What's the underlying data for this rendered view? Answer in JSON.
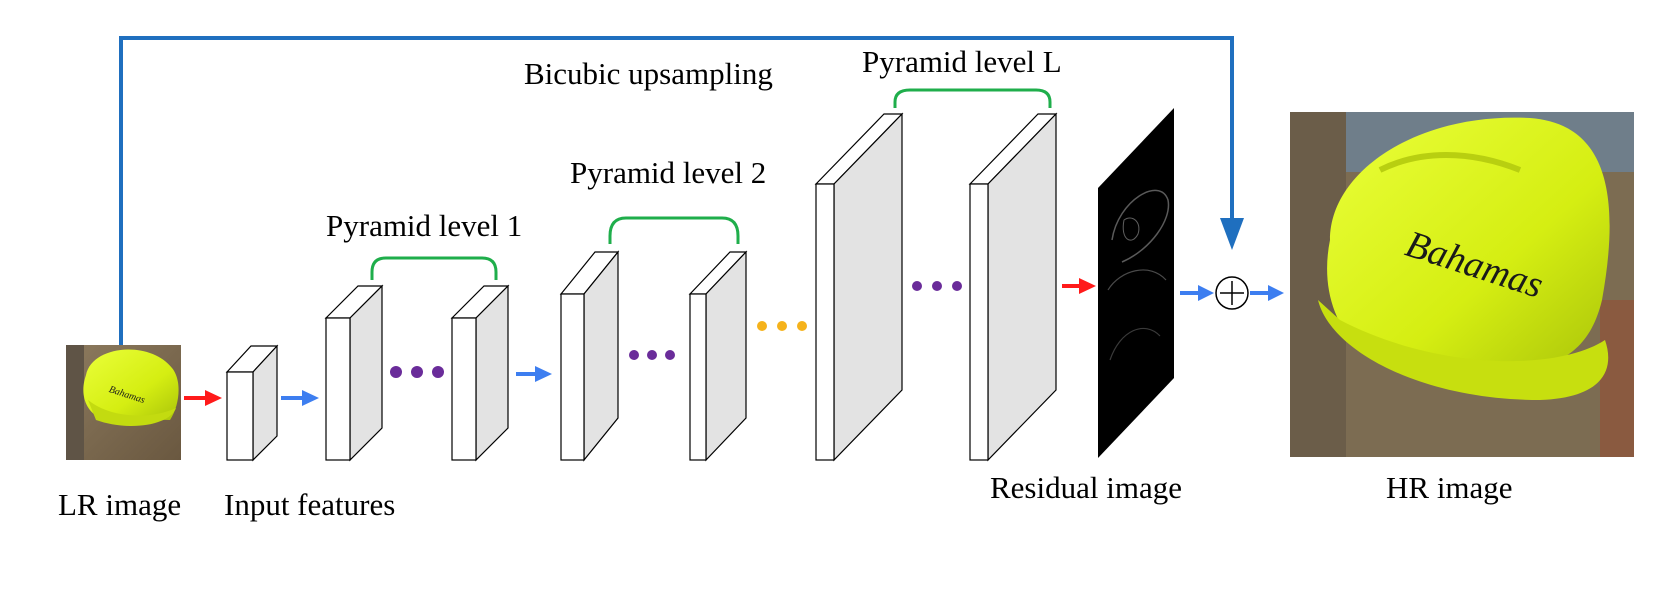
{
  "labels": {
    "lr_image": "LR image",
    "input_features": "Input features",
    "pyramid_level_1": "Pyramid level 1",
    "pyramid_level_2": "Pyramid level 2",
    "pyramid_level_L": "Pyramid level L",
    "bicubic_upsampling": "Bicubic upsampling",
    "residual_image": "Residual image",
    "hr_image": "HR image"
  },
  "images": {
    "lr_text": "Bahamas",
    "hr_text": "Bahamas"
  },
  "colors": {
    "skip_path": "#1f6fbf",
    "arrow_red": "#ff1a1a",
    "arrow_blue": "#3d7ef0",
    "brace_green": "#1fae4b",
    "dots_purple": "#6a2c9a",
    "dots_orange": "#f5b21b",
    "block_face": "#ffffff",
    "block_side": "#e3e3e3",
    "hat_yellow": "#d9f21a"
  },
  "operators": {
    "sum": "+"
  }
}
